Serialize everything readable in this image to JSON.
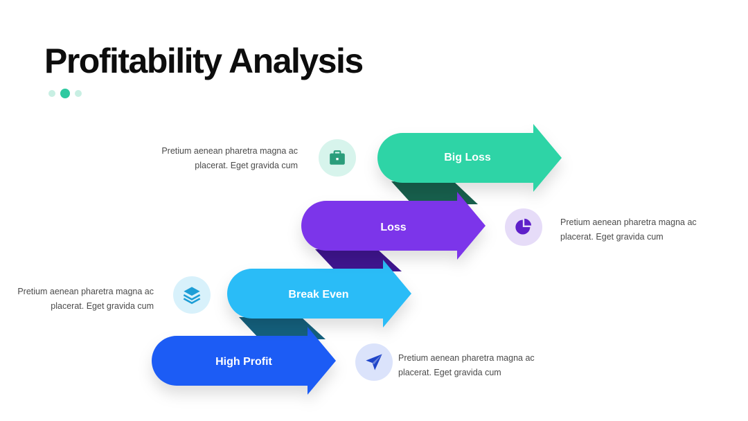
{
  "slide": {
    "title": "Profitability Analysis"
  },
  "steps": [
    {
      "label": "Big Loss",
      "color": "#2fd4a6",
      "shadow": "#17604d",
      "icon": "briefcase-icon",
      "icon_bg": "#d7f4ec",
      "icon_color": "#2a9d7b",
      "description": "Pretium aenean pharetra magna ac placerat. Eget gravida cum"
    },
    {
      "label": "Loss",
      "color": "#7b35ea",
      "shadow": "#3f1590",
      "icon": "pie-chart-icon",
      "icon_bg": "#e6dcf8",
      "icon_color": "#5e1fc9",
      "description": "Pretium aenean pharetra magna ac placerat. Eget gravida cum"
    },
    {
      "label": "Break Even",
      "color": "#2bbcf7",
      "shadow": "#14617e",
      "icon": "layers-icon",
      "icon_bg": "#d8f1fb",
      "icon_color": "#1d9ed6",
      "description": "Pretium aenean pharetra magna ac placerat. Eget gravida cum"
    },
    {
      "label": "High Profit",
      "color": "#1f5bf5",
      "shadow": "#0f2f86",
      "icon": "paper-plane-icon",
      "icon_bg": "#dbe3fb",
      "icon_color": "#1f45c9",
      "description": "Pretium aenean pharetra magna ac placerat. Eget gravida cum"
    }
  ]
}
